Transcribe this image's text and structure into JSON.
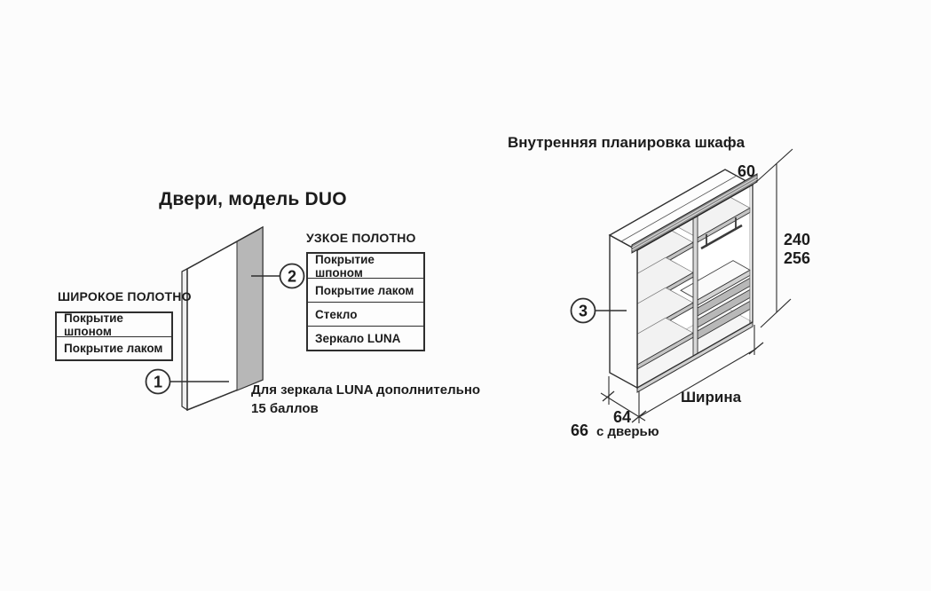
{
  "doors_figure": {
    "title": "Двери, модель DUO",
    "callouts": {
      "one": "1",
      "two": "2"
    },
    "wide_panel": {
      "header": "ШИРОКОЕ ПОЛОТНО",
      "options": [
        "Покрытие шпоном",
        "Покрытие лаком"
      ]
    },
    "narrow_panel": {
      "header": "УЗКОЕ ПОЛОТНО",
      "options": [
        "Покрытие шпоном",
        "Покрытие лаком",
        "Стекло",
        "Зеркало LUNA"
      ]
    },
    "note": {
      "line1": "Для зеркала LUNA дополнительно",
      "line2": "15 баллов"
    }
  },
  "wardrobe_figure": {
    "title": "Внутренняя планировка шкафа",
    "callouts": {
      "three": "3"
    },
    "dimensions": {
      "top_depth": "60",
      "height_without_top": "240",
      "height_total": "256",
      "depth_body": "64",
      "depth_with_door_value": "66",
      "depth_with_door_suffix": "с дверью",
      "width_label": "Ширина"
    }
  },
  "colors": {
    "line": "#2f2f2f",
    "text": "#1c1c1c",
    "door_narrow_panel_gray": "#b7b7b7",
    "shelf_edge_gray": "#c4c4c4",
    "background": "#fcfcfc"
  }
}
